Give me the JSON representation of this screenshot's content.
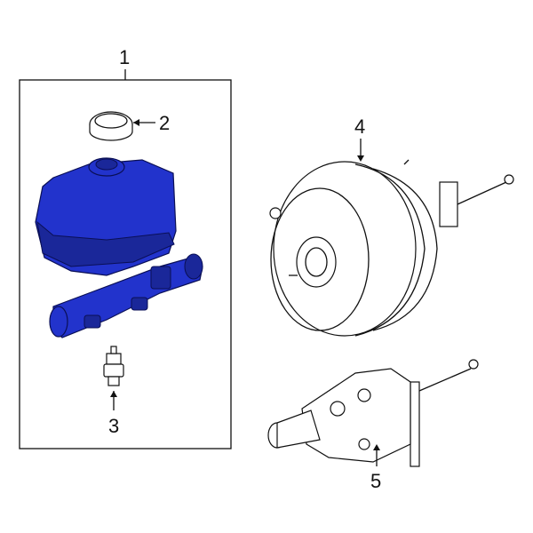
{
  "diagram": {
    "callouts": [
      {
        "id": "1",
        "label": "1"
      },
      {
        "id": "2",
        "label": "2"
      },
      {
        "id": "3",
        "label": "3"
      },
      {
        "id": "4",
        "label": "4"
      },
      {
        "id": "5",
        "label": "5"
      }
    ],
    "highlight_color": "#2233cc"
  }
}
